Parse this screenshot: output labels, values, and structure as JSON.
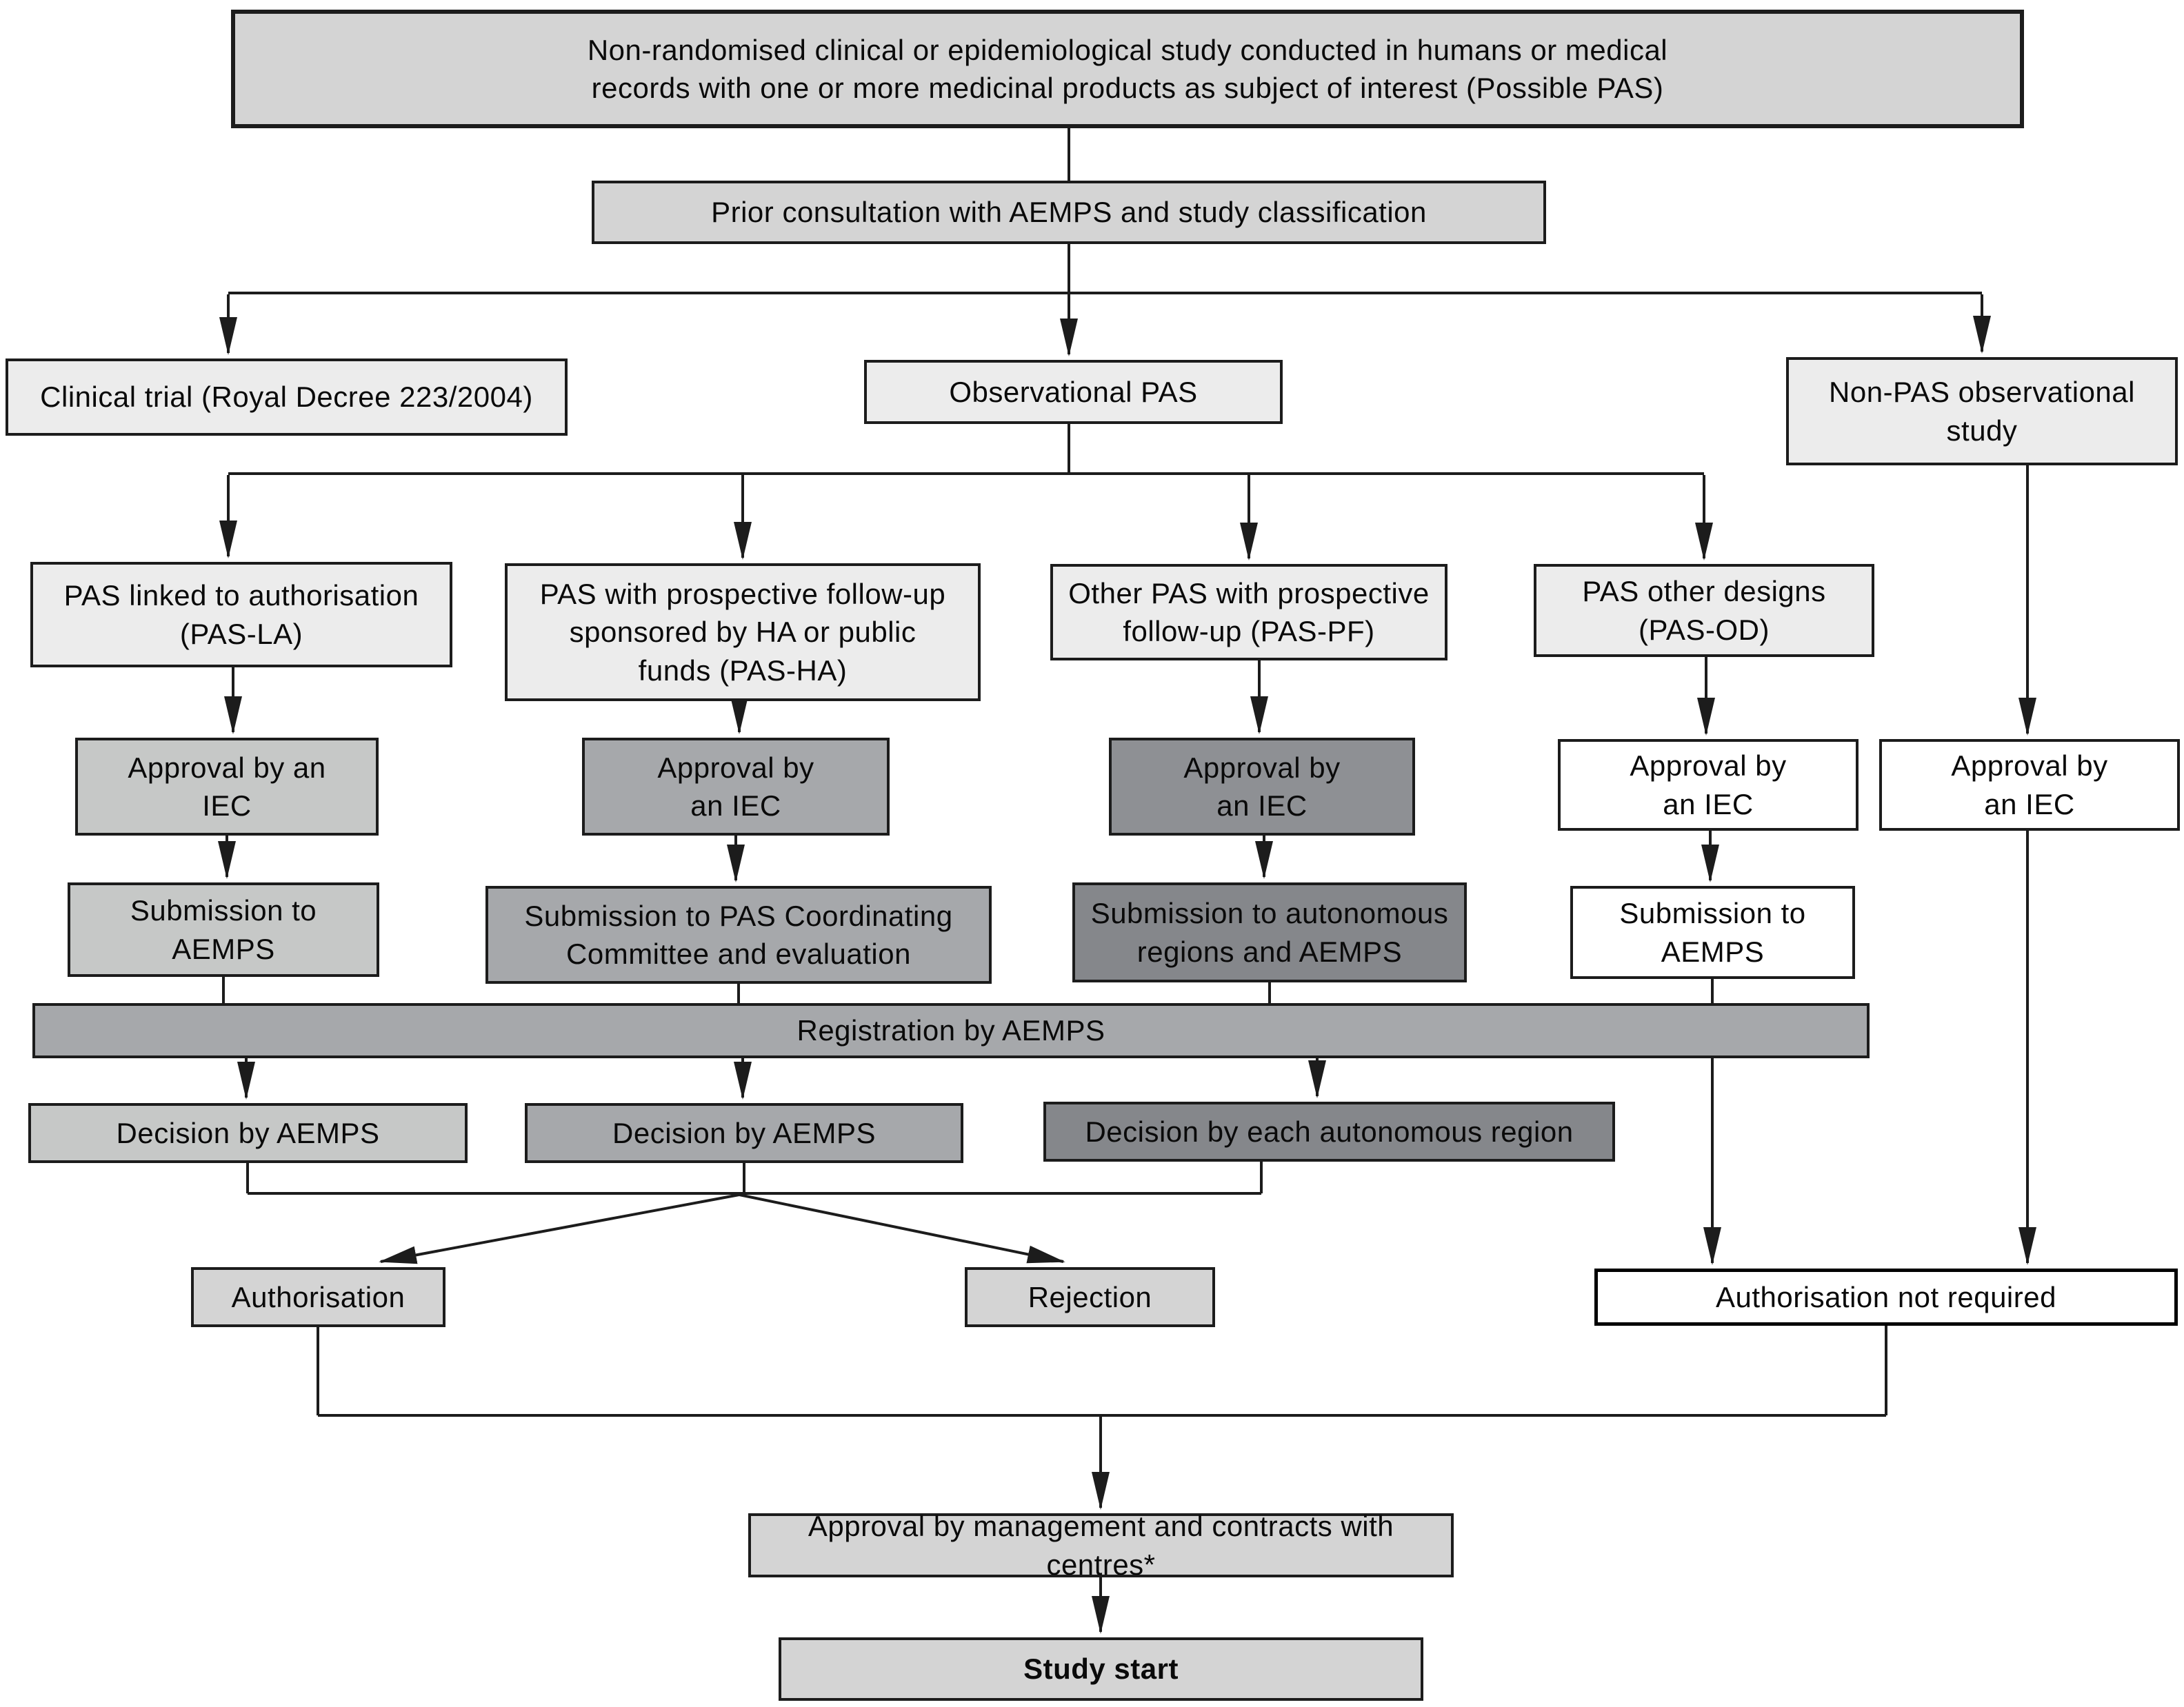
{
  "diagram_title": "PAS regulatory pathway flowchart (Spain, AEMPS)",
  "palette": {
    "light_gray": "#d4d4d4",
    "pale_gray": "#ececec",
    "gray_1": "#c6c8c7",
    "gray_2": "#a6a8ab",
    "gray_3": "#8e9094",
    "gray_4": "#85878b",
    "white": "#ffffff",
    "line": "#1c1c1c"
  },
  "nodes": {
    "top": {
      "label": "Non-randomised clinical or epidemiological study conducted in humans or medical\nrecords with one or more medicinal products as subject of interest (Possible PAS)"
    },
    "prior": {
      "label": "Prior consultation with AEMPS and study classification"
    },
    "clinical_trial": {
      "label": "Clinical trial (Royal Decree 223/2004)"
    },
    "observational_pas": {
      "label": "Observational PAS"
    },
    "non_pas": {
      "label": "Non-PAS observational\nstudy"
    },
    "pas_la": {
      "label": "PAS linked to authorisation\n(PAS-LA)"
    },
    "pas_ha": {
      "label": "PAS with prospective follow-up\nsponsored by HA or public\nfunds (PAS-HA)"
    },
    "pas_pf": {
      "label": "Other PAS with prospective\nfollow-up (PAS-PF)"
    },
    "pas_od": {
      "label": "PAS other designs\n(PAS-OD)"
    },
    "iec_la": {
      "label": "Approval by an\nIEC"
    },
    "iec_ha": {
      "label": "Approval by\nan IEC"
    },
    "iec_pf": {
      "label": "Approval by\nan IEC"
    },
    "iec_od": {
      "label": "Approval by\nan IEC"
    },
    "iec_np": {
      "label": "Approval by\nan IEC"
    },
    "sub_la": {
      "label": "Submission to\nAEMPS"
    },
    "sub_ha": {
      "label": "Submission to PAS Coordinating\nCommittee and evaluation"
    },
    "sub_pf": {
      "label": "Submission to autonomous\nregions and AEMPS"
    },
    "sub_od": {
      "label": "Submission to\nAEMPS"
    },
    "registration": {
      "label": "Registration by AEMPS"
    },
    "dec_la": {
      "label": "Decision by AEMPS"
    },
    "dec_ha": {
      "label": "Decision by AEMPS"
    },
    "dec_pf": {
      "label": "Decision by each autonomous region"
    },
    "authorisation": {
      "label": "Authorisation"
    },
    "rejection": {
      "label": "Rejection"
    },
    "auth_not_required": {
      "label": "Authorisation not required"
    },
    "mgmt": {
      "label": "Approval by management and contracts with centres*"
    },
    "study_start": {
      "label": "Study start"
    }
  },
  "edges": [
    {
      "from": "top",
      "to": "prior"
    },
    {
      "from": "prior",
      "to": "clinical_trial"
    },
    {
      "from": "prior",
      "to": "observational_pas"
    },
    {
      "from": "prior",
      "to": "non_pas"
    },
    {
      "from": "observational_pas",
      "to": "pas_la"
    },
    {
      "from": "observational_pas",
      "to": "pas_ha"
    },
    {
      "from": "observational_pas",
      "to": "pas_pf"
    },
    {
      "from": "observational_pas",
      "to": "pas_od"
    },
    {
      "from": "pas_la",
      "to": "iec_la"
    },
    {
      "from": "pas_ha",
      "to": "iec_ha"
    },
    {
      "from": "pas_pf",
      "to": "iec_pf"
    },
    {
      "from": "pas_od",
      "to": "iec_od"
    },
    {
      "from": "non_pas",
      "to": "iec_np"
    },
    {
      "from": "iec_la",
      "to": "sub_la"
    },
    {
      "from": "iec_ha",
      "to": "sub_ha"
    },
    {
      "from": "iec_pf",
      "to": "sub_pf"
    },
    {
      "from": "iec_od",
      "to": "sub_od"
    },
    {
      "from": "iec_np",
      "to": "auth_not_required"
    },
    {
      "from": "sub_la",
      "to": "registration"
    },
    {
      "from": "sub_ha",
      "to": "registration"
    },
    {
      "from": "sub_pf",
      "to": "registration"
    },
    {
      "from": "sub_od",
      "to": "auth_not_required"
    },
    {
      "from": "registration",
      "to": "dec_la"
    },
    {
      "from": "registration",
      "to": "dec_ha"
    },
    {
      "from": "registration",
      "to": "dec_pf"
    },
    {
      "from": "dec_la",
      "to": "authorisation"
    },
    {
      "from": "dec_ha",
      "to": "authorisation"
    },
    {
      "from": "dec_pf",
      "to": "authorisation"
    },
    {
      "from": "dec_la",
      "to": "rejection"
    },
    {
      "from": "dec_ha",
      "to": "rejection"
    },
    {
      "from": "dec_pf",
      "to": "rejection"
    },
    {
      "from": "authorisation",
      "to": "mgmt"
    },
    {
      "from": "auth_not_required",
      "to": "mgmt"
    },
    {
      "from": "mgmt",
      "to": "study_start"
    }
  ]
}
